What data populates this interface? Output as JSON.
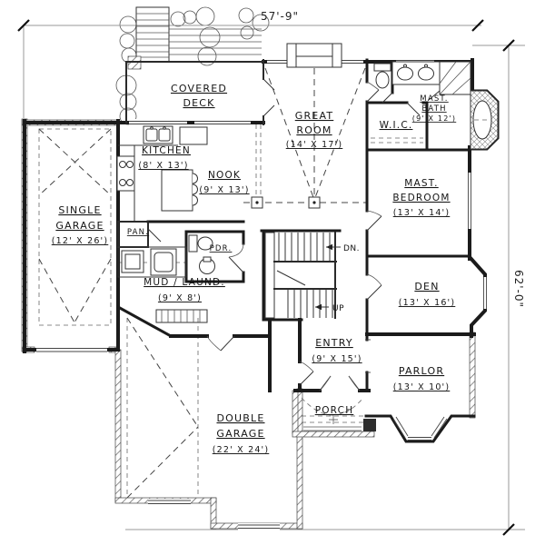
{
  "page": {
    "background": "#ffffff",
    "ink": "#1b1b1b"
  },
  "dimensions": {
    "top": "57'-9\"",
    "right": "62'-0\""
  },
  "rooms": {
    "covered_deck": {
      "line1": "COVERED",
      "line2": "DECK"
    },
    "great_room": {
      "line1": "GREAT",
      "line2": "ROOM",
      "dims": "(14' X 17')"
    },
    "kitchen": {
      "line1": "KITCHEN",
      "dims": "(8' X 13')"
    },
    "nook": {
      "line1": "NOOK",
      "dims": "(9' X 13')"
    },
    "wic": {
      "line1": "W.I.C."
    },
    "master_bath": {
      "line1": "MAST.",
      "line2": "BATH",
      "dims": "(9' X 12')"
    },
    "master_bedroom": {
      "line1": "MAST.",
      "line2": "BEDROOM",
      "dims": "(13' X 14')"
    },
    "single_garage": {
      "line1": "SINGLE",
      "line2": "GARAGE",
      "dims": "(12' X 26')"
    },
    "pantry": {
      "line1": "PAN."
    },
    "powder": {
      "line1": "PDR."
    },
    "mud_laundry": {
      "line1": "MUD / LAUND.",
      "dims": "(9' X 8')"
    },
    "den": {
      "line1": "DEN",
      "dims": "(13' X 16')"
    },
    "entry": {
      "line1": "ENTRY",
      "dims": "(9' X 15')"
    },
    "parlor": {
      "line1": "PARLOR",
      "dims": "(13' X 10')"
    },
    "porch": {
      "line1": "PORCH"
    },
    "double_garage": {
      "line1": "DOUBLE",
      "line2": "GARAGE",
      "dims": "(22' X 24')"
    }
  },
  "stairs": {
    "down": "DN.",
    "up": "UP"
  }
}
